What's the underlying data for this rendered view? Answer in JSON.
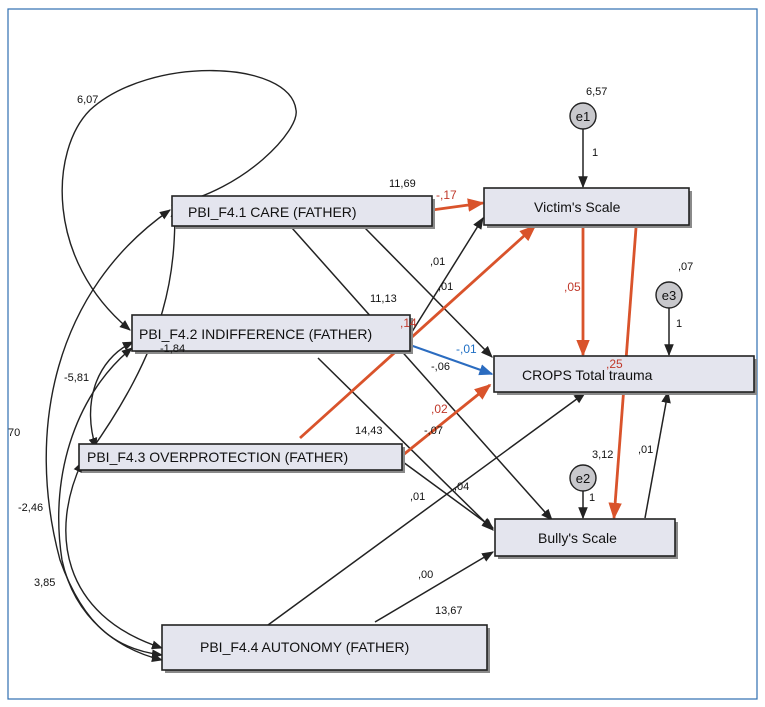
{
  "nodes": {
    "care": "PBI_F4.1 CARE (FATHER)",
    "indifference": "PBI_F4.2 INDIFFERENCE (FATHER)",
    "overprotection": "PBI_F4.3 OVERPROTECTION (FATHER)",
    "autonomy": "PBI_F4.4 AUTONOMY (FATHER)",
    "victim": "Victim's Scale",
    "crops": "CROPS Total trauma",
    "bully": "Bully's Scale"
  },
  "errors": {
    "e1": "e1",
    "e2": "e2",
    "e3": "e3"
  },
  "variances": {
    "care": "11,69",
    "indifference": "11,13",
    "overprotection": "14,43",
    "autonomy": "13,67",
    "e1": "6,57",
    "e2": "3,12",
    "e3": ",07"
  },
  "error_weights": {
    "e1": "1",
    "e2": "1",
    "e3": "1"
  },
  "covariances": {
    "care_indiff": "6,07",
    "indiff_overprot": "-5,81",
    "care_overprot": "-1,84",
    "care_autonomy": "70",
    "indiff_autonomy": "-2,46",
    "overprot_autonomy": "3,85"
  },
  "paths": {
    "care_victim": "-,17",
    "indiff_victim": ",01",
    "care_crops": ",01",
    "indiff_crops": "-,01",
    "overprot_victim": ",14",
    "indiff_bully": "-,06",
    "overprot_crops": ",02",
    "overprot_bully": "-,07",
    "victim_crops": ",05",
    "victim_bully": ",25",
    "autonomy_crops": ",01",
    "care_bully": ",04",
    "autonomy_bully": ",00",
    "bully_crops": ",01"
  },
  "colors": {
    "significant_positive": "#d9532b",
    "significant_negative": "#2b6cc0",
    "nonsignificant": "#222222",
    "frame": "#2f6fb0"
  }
}
